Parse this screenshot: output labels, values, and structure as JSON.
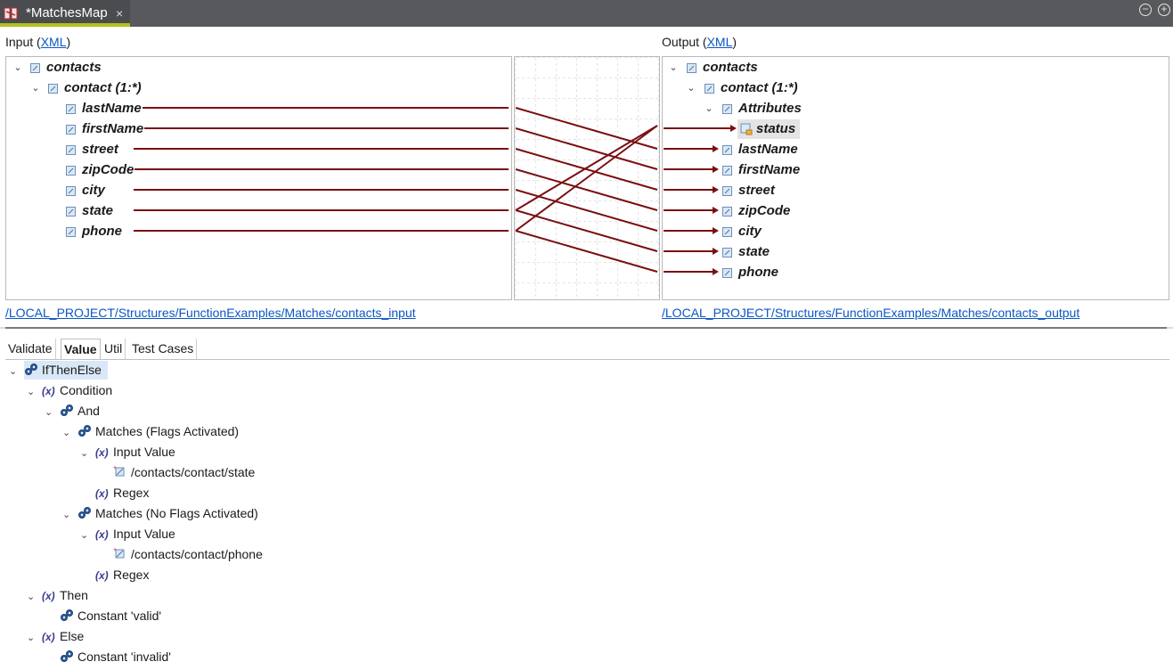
{
  "window": {
    "tab_title": "*MatchesMap",
    "close_glyph": "×",
    "minimize_glyph": "−",
    "maximize_glyph": "+"
  },
  "input": {
    "header_prefix": "Input (",
    "header_link": "XML",
    "header_suffix": ")",
    "root": "contacts",
    "child": "contact (1:*)",
    "fields": [
      "lastName",
      "firstName",
      "street",
      "zipCode",
      "city",
      "state",
      "phone"
    ],
    "path": "/LOCAL_PROJECT/Structures/FunctionExamples/Matches/contacts_input"
  },
  "output": {
    "header_prefix": "Output (",
    "header_link": "XML",
    "header_suffix": ")",
    "root": "contacts",
    "child": "contact (1:*)",
    "attributes": "Attributes",
    "status": "status",
    "fields": [
      "lastName",
      "firstName",
      "street",
      "zipCode",
      "city",
      "state",
      "phone"
    ],
    "path": "/LOCAL_PROJECT/Structures/FunctionExamples/Matches/contacts_output"
  },
  "mapping_color": "#7a0f12",
  "bottom_tabs": [
    "Validate",
    "Value",
    "Util",
    "Test Cases"
  ],
  "active_tab": "Value",
  "tree": [
    {
      "label": "IfThenElse",
      "icon": "function-icon"
    },
    {
      "label": "Condition",
      "icon": "variable-icon"
    },
    {
      "label": "And",
      "icon": "function-icon"
    },
    {
      "label": "Matches (Flags Activated)",
      "icon": "function-icon"
    },
    {
      "label": "Input Value",
      "icon": "variable-icon"
    },
    {
      "label": "/contacts/contact/state",
      "icon": "element-ref-icon"
    },
    {
      "label": "Regex",
      "icon": "variable-icon"
    },
    {
      "label": "Matches (No Flags Activated)",
      "icon": "function-icon"
    },
    {
      "label": "Input Value",
      "icon": "variable-icon"
    },
    {
      "label": "/contacts/contact/phone",
      "icon": "element-ref-icon"
    },
    {
      "label": "Regex",
      "icon": "variable-icon"
    },
    {
      "label": "Then",
      "icon": "variable-icon"
    },
    {
      "label": "Constant 'valid'",
      "icon": "function-icon"
    },
    {
      "label": "Else",
      "icon": "variable-icon"
    },
    {
      "label": "Constant 'invalid'",
      "icon": "function-icon"
    }
  ],
  "variable_glyph": "(x)",
  "expand_glyph": "⌄"
}
